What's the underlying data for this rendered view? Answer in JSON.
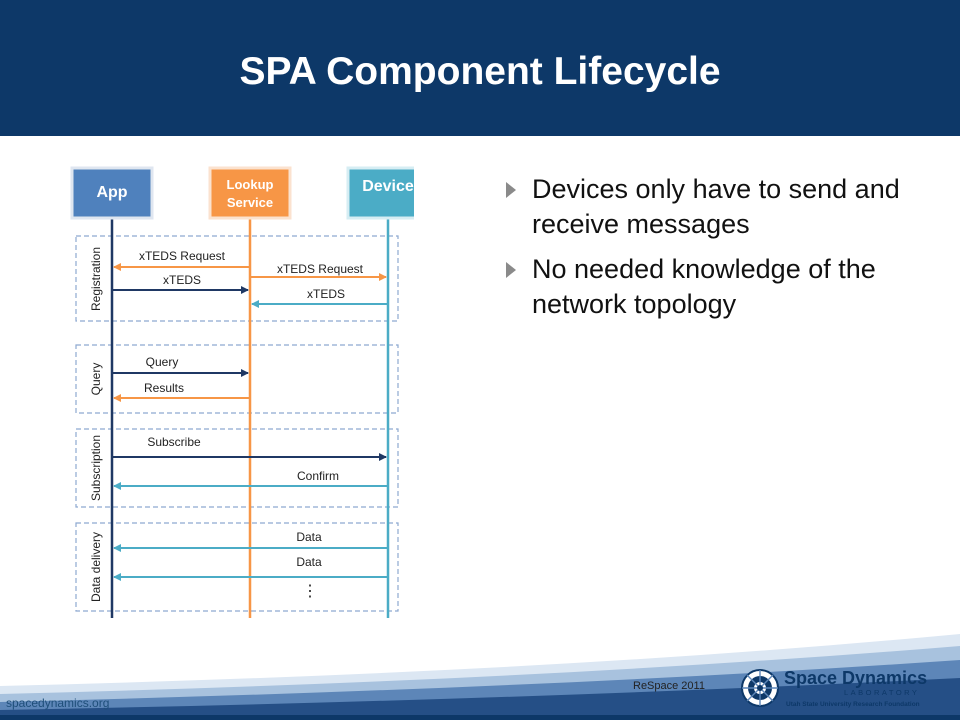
{
  "slide": {
    "title": "SPA Component Lifecycle",
    "bullets": [
      "Devices only have to send and receive messages",
      "No needed knowledge of the network topology"
    ],
    "footer_url": "spacedynamics.org",
    "footer_event": "ReSpace 2011",
    "logo": {
      "name": "Space Dynamics",
      "sub": "LABORATORY",
      "tagline": "Utah State University Research Foundation"
    }
  },
  "diagram": {
    "lanes": {
      "app": "App",
      "lookup_line1": "Lookup",
      "lookup_line2": "Service",
      "device": "Device"
    },
    "phases": [
      "Registration",
      "Query",
      "Subscription",
      "Data delivery"
    ],
    "messages": {
      "xteds_request_1": "xTEDS Request",
      "xteds_1": "xTEDS",
      "xteds_request_2": "xTEDS Request",
      "xteds_2": "xTEDS",
      "query": "Query",
      "results": "Results",
      "subscribe": "Subscribe",
      "confirm": "Confirm",
      "data_1": "Data",
      "data_2": "Data",
      "ellipsis": "⋮"
    },
    "colors": {
      "app": "#4f81bd",
      "lookup": "#f79646",
      "device": "#4bacc6",
      "navy": "#1f3864"
    }
  }
}
